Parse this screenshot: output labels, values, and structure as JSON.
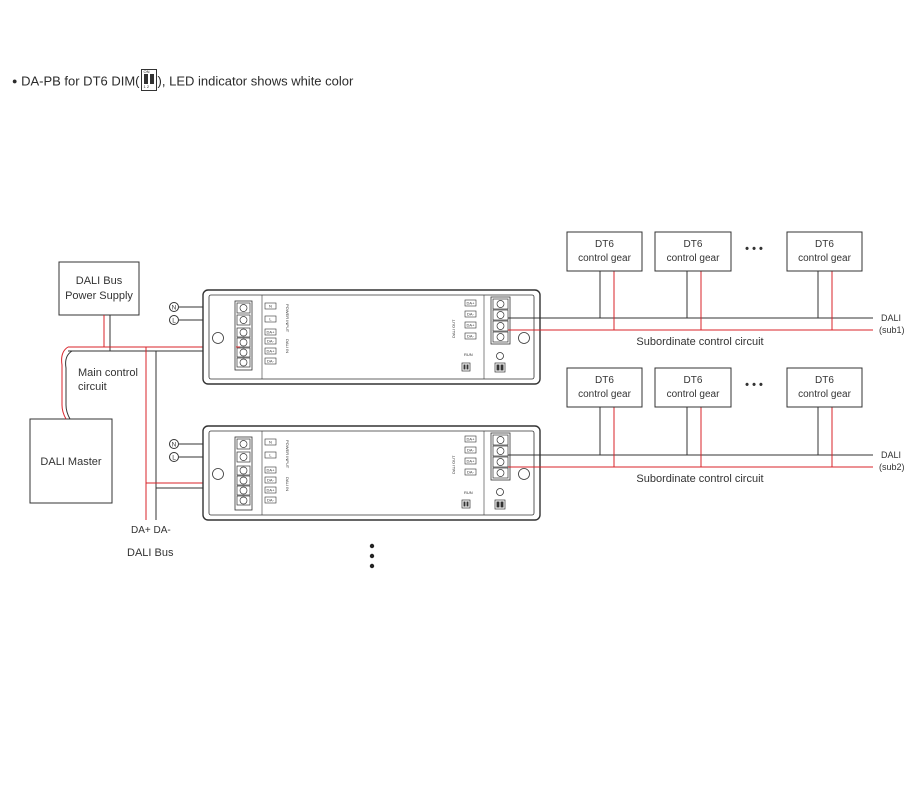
{
  "header": {
    "bullet": "●",
    "text_before": "DA-PB for DT6 DIM(",
    "text_after": "), LED indicator shows white color",
    "dip_label_top": "ON",
    "dip_label_bottom": "1  2"
  },
  "power_supply": {
    "line1": "DALI Bus",
    "line2": "Power Supply"
  },
  "master": {
    "label": "DALI Master"
  },
  "main_circuit": {
    "line1": "Main control",
    "line2": "circuit"
  },
  "bus": {
    "polarity": "DA+ DA-",
    "label": "DALI Bus"
  },
  "mains": {
    "n_symbol": "N",
    "l_symbol": "L"
  },
  "gear": {
    "line1": "DT6",
    "line2": "control gear"
  },
  "sub1": {
    "circuit_label": "Subordinate control circuit",
    "dali": "DALI",
    "tag": "(sub1)"
  },
  "sub2": {
    "circuit_label": "Subordinate control circuit",
    "dali": "DALI",
    "tag": "(sub2)"
  },
  "module": {
    "left_terminals": [
      "N",
      "L",
      "DA+",
      "DA-",
      "DA+",
      "DA-"
    ],
    "right_terminals": [
      "DA+",
      "DA-",
      "DA+",
      "DA-"
    ],
    "power_input_label": "POWER INPUT",
    "dali_in_label": "DALI IN",
    "dali_out_label": "DALI OUT",
    "run_label": "RUN"
  },
  "ellipsis": "• • •"
}
